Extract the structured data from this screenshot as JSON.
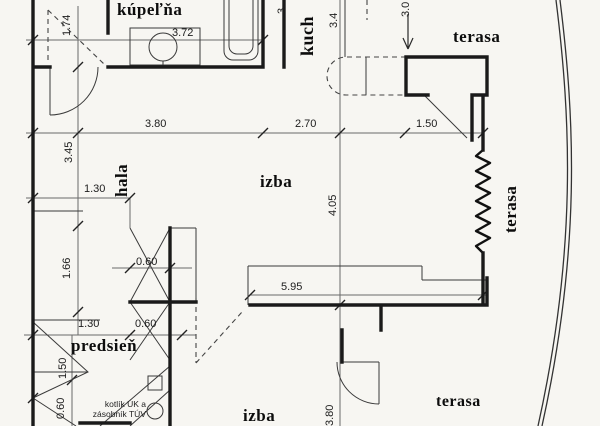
{
  "plan_title": "floor-plan",
  "rooms": {
    "kupelna": "kúpeľňa",
    "kuchyna_partial": "kuch",
    "terasa_top": "terasa",
    "hala": "hala",
    "izba_main": "izba",
    "terasa_right": "terasa",
    "predsien": "predsieň",
    "izba_bottom": "izba",
    "terasa_bottom": "terasa"
  },
  "equipment_note": {
    "line1": "kotlík ÚK a",
    "line2": "zásobník TÚV"
  },
  "dimensions": {
    "v174": "1.74",
    "h372": "3.72",
    "v3_cut": "3.",
    "v34_cut": "3.4",
    "v30_cut": "3.0",
    "h380": "3.80",
    "h270": "2.70",
    "h150": "1.50",
    "v345": "3.45",
    "h130": "1.30",
    "v166": "1.66",
    "h060": "0.60",
    "h595": "5.95",
    "v405": "4.05",
    "h130b": "1.30",
    "h060b": "0.60",
    "v150b": "1.50",
    "v060c": "0.60",
    "v380b": "3.80"
  },
  "colors": {
    "paper": "#f7f6f2",
    "wall_ink": "#1a1a1a",
    "thin_ink": "#3a3a3a",
    "dim_ink": "#6a6a6a"
  }
}
